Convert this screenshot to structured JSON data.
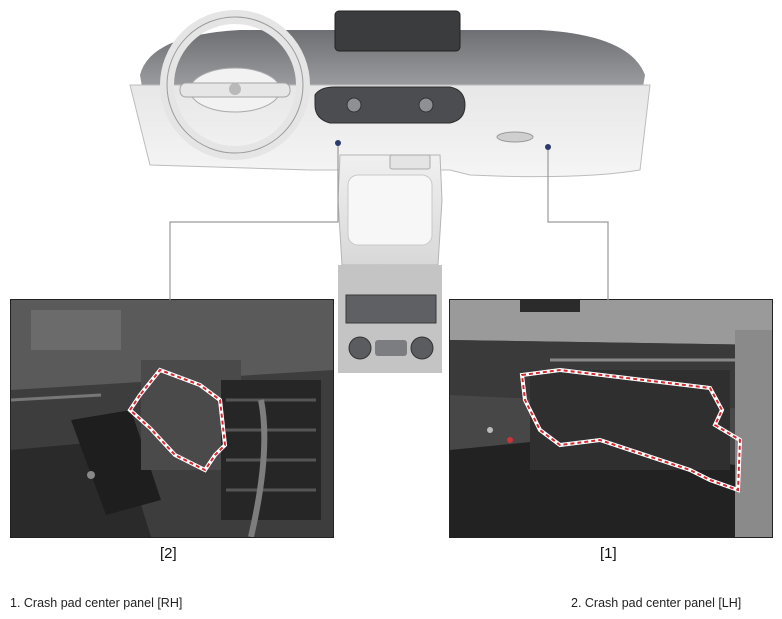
{
  "photos": [
    {
      "id": "left",
      "callout": "[2]"
    },
    {
      "id": "right",
      "callout": "[1]"
    }
  ],
  "legend": {
    "item1": "1. Crash pad center panel [RH]",
    "item2": "2. Crash pad center panel [LH]"
  },
  "colors": {
    "highlight_outline": "#d6282f",
    "leader_line": "#9a9a9a",
    "marker_dot": "#2a3b6b"
  }
}
